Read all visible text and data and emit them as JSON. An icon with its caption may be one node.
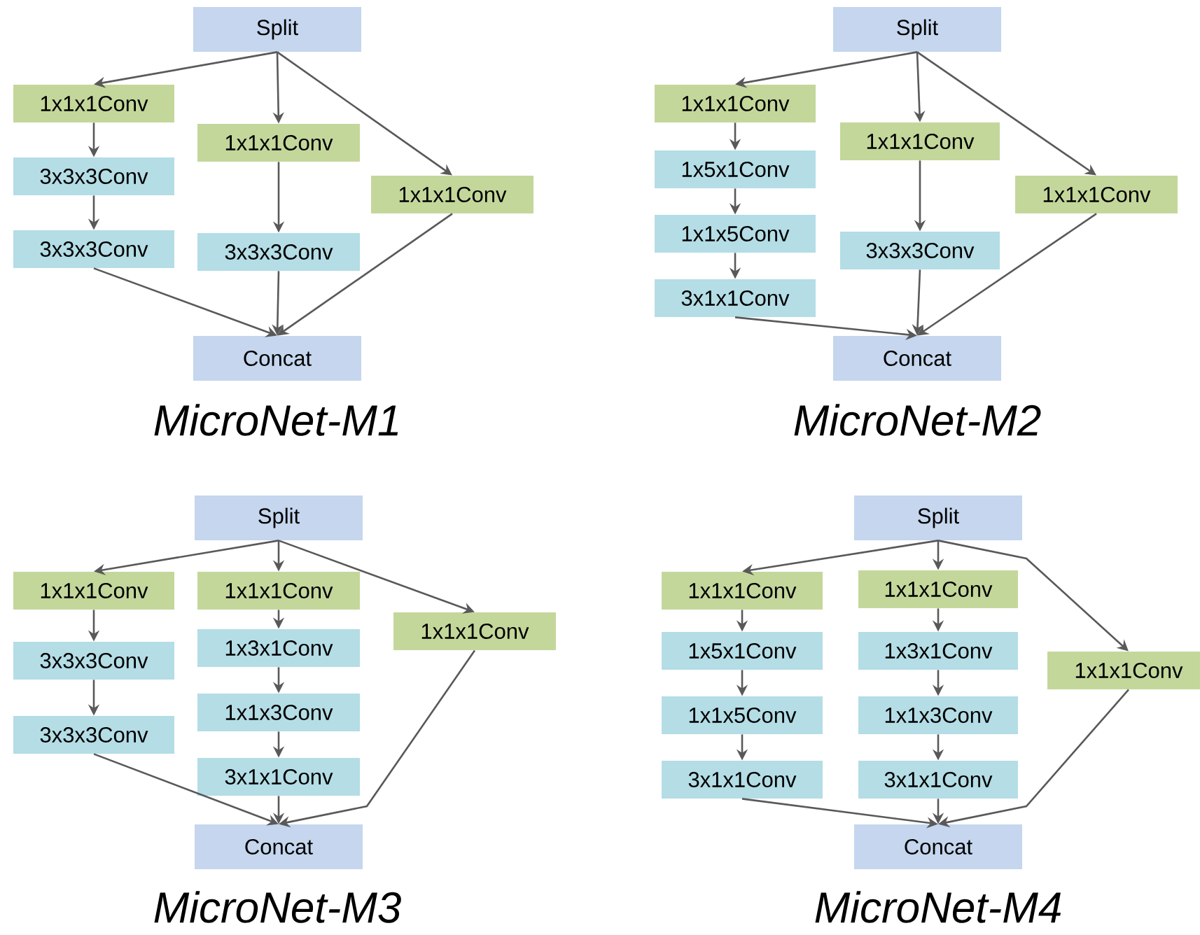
{
  "diagram": {
    "nodes": [
      {
        "text": [
          "Split"
        ]
      },
      {
        "text": [
          "1x1x1Conv"
        ]
      },
      {
        "text": [
          "3x3x3Conv"
        ]
      },
      {
        "text": [
          "3x3x3Conv"
        ]
      },
      {
        "text": [
          "1x1x1Conv"
        ]
      },
      {
        "text": [
          "3x3x3Conv"
        ]
      },
      {
        "text": [
          "1x1x1Conv"
        ]
      },
      {
        "text": [
          "Concat"
        ]
      },
      {
        "text": [
          "Split"
        ]
      },
      {
        "text": [
          "1x1x1Conv"
        ]
      },
      {
        "text": [
          "1x5x1Conv"
        ]
      },
      {
        "text": [
          "1x1x5Conv"
        ]
      },
      {
        "text": [
          "3x1x1Conv"
        ]
      },
      {
        "text": [
          "1x1x1Conv"
        ]
      },
      {
        "text": [
          "3x3x3Conv"
        ]
      },
      {
        "text": [
          "1x1x1Conv"
        ]
      },
      {
        "text": [
          "Concat"
        ]
      },
      {
        "text": [
          "Split"
        ]
      },
      {
        "text": [
          "1x1x1Conv"
        ]
      },
      {
        "text": [
          "3x3x3Conv"
        ]
      },
      {
        "text": [
          "3x3x3Conv"
        ]
      },
      {
        "text": [
          "1x1x1Conv"
        ]
      },
      {
        "text": [
          "1x3x1Conv"
        ]
      },
      {
        "text": [
          "1x1x3Conv"
        ]
      },
      {
        "text": [
          "3x1x1Conv"
        ]
      },
      {
        "text": [
          "1x1x1Conv"
        ]
      },
      {
        "text": [
          "Concat"
        ]
      },
      {
        "text": [
          "Split"
        ]
      },
      {
        "text": [
          "1x1x1Conv"
        ]
      },
      {
        "text": [
          "1x5x1Conv"
        ]
      },
      {
        "text": [
          "1x1x5Conv"
        ]
      },
      {
        "text": [
          "3x1x1Conv"
        ]
      },
      {
        "text": [
          "1x1x1Conv"
        ]
      },
      {
        "text": [
          "1x3x1Conv"
        ]
      },
      {
        "text": [
          "1x1x3Conv"
        ]
      },
      {
        "text": [
          "3x1x1Conv"
        ]
      },
      {
        "text": [
          "1x1x1Conv"
        ]
      },
      {
        "text": [
          "Concat"
        ]
      }
    ],
    "edges": [
      {
        "from": 0,
        "to": 1,
        "arrow": "to"
      },
      {
        "from": 1,
        "to": 2,
        "arrow": "to"
      },
      {
        "from": 2,
        "to": 3,
        "arrow": "to"
      },
      {
        "from": 3,
        "to": 7,
        "arrow": "to"
      },
      {
        "from": 0,
        "to": 4,
        "arrow": "to"
      },
      {
        "from": 4,
        "to": 5,
        "arrow": "to"
      },
      {
        "from": 5,
        "to": 7,
        "arrow": "to"
      },
      {
        "from": 0,
        "to": 6,
        "arrow": "to"
      },
      {
        "from": 6,
        "to": 7,
        "arrow": "to"
      },
      {
        "from": 8,
        "to": 9,
        "arrow": "to"
      },
      {
        "from": 9,
        "to": 10,
        "arrow": "to"
      },
      {
        "from": 10,
        "to": 11,
        "arrow": "to"
      },
      {
        "from": 11,
        "to": 12,
        "arrow": "to"
      },
      {
        "from": 12,
        "to": 16,
        "arrow": "to"
      },
      {
        "from": 8,
        "to": 13,
        "arrow": "to"
      },
      {
        "from": 13,
        "to": 14,
        "arrow": "to"
      },
      {
        "from": 14,
        "to": 16,
        "arrow": "to"
      },
      {
        "from": 8,
        "to": 15,
        "arrow": "to"
      },
      {
        "from": 15,
        "to": 16,
        "arrow": "to"
      },
      {
        "from": 17,
        "to": 18,
        "arrow": "to"
      },
      {
        "from": 18,
        "to": 19,
        "arrow": "to"
      },
      {
        "from": 19,
        "to": 20,
        "arrow": "to"
      },
      {
        "from": 20,
        "to": 26,
        "arrow": "to"
      },
      {
        "from": 17,
        "to": 21,
        "arrow": "to"
      },
      {
        "from": 21,
        "to": 22,
        "arrow": "to"
      },
      {
        "from": 22,
        "to": 23,
        "arrow": "to"
      },
      {
        "from": 23,
        "to": 24,
        "arrow": "to"
      },
      {
        "from": 24,
        "to": 26,
        "arrow": "to"
      },
      {
        "from": 17,
        "to": 25,
        "arrow": "to"
      },
      {
        "from": 25,
        "to": 26,
        "arrow": "to"
      },
      {
        "from": 27,
        "to": 28,
        "arrow": "to"
      },
      {
        "from": 28,
        "to": 29,
        "arrow": "to"
      },
      {
        "from": 29,
        "to": 30,
        "arrow": "to"
      },
      {
        "from": 30,
        "to": 31,
        "arrow": "to"
      },
      {
        "from": 31,
        "to": 37,
        "arrow": "to"
      },
      {
        "from": 27,
        "to": 32,
        "arrow": "to"
      },
      {
        "from": 32,
        "to": 33,
        "arrow": "to"
      },
      {
        "from": 33,
        "to": 34,
        "arrow": "to"
      },
      {
        "from": 34,
        "to": 35,
        "arrow": "to"
      },
      {
        "from": 35,
        "to": 37,
        "arrow": "to"
      },
      {
        "from": 27,
        "to": 36,
        "arrow": "to"
      },
      {
        "from": 36,
        "to": 37,
        "arrow": "to"
      }
    ],
    "labels": [
      "MicroNet-M1",
      "MicroNet-M2",
      "MicroNet-M3",
      "MicroNet-M4"
    ]
  }
}
